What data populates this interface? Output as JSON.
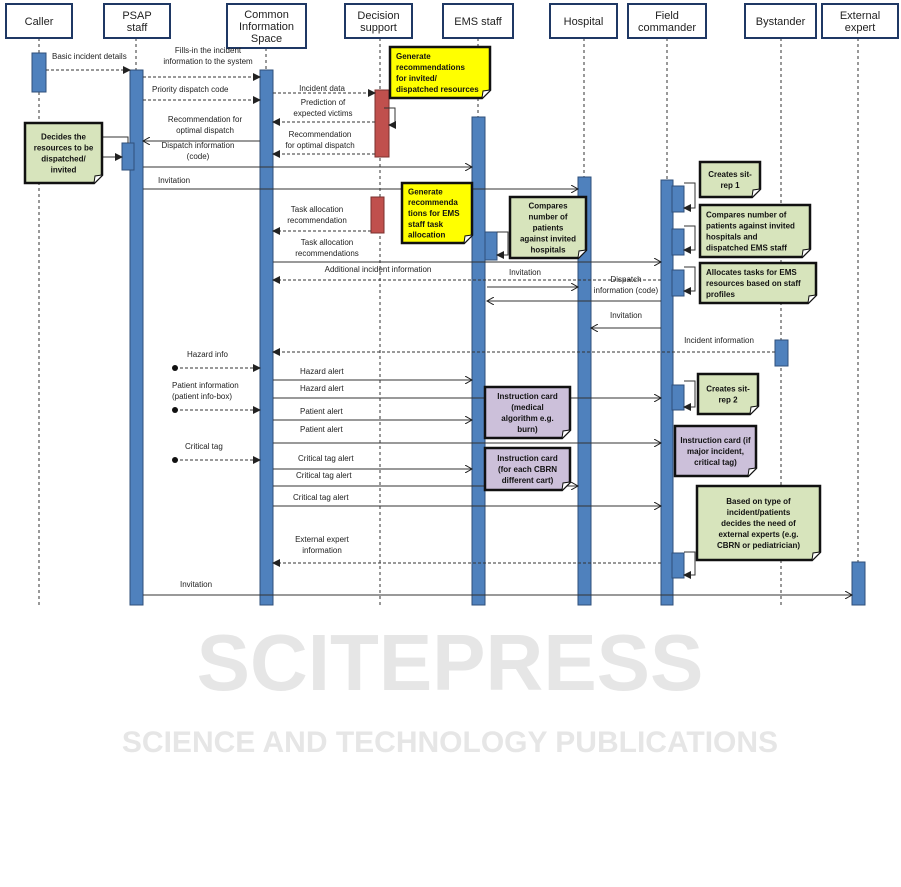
{
  "actors": [
    "Caller",
    "PSAP|staff",
    "Common|Information|Space",
    "Decision|support",
    "EMS staff",
    "Hospital",
    "Field|commander",
    "Bystander",
    "External|expert"
  ],
  "actor_lines": [
    [
      "Caller"
    ],
    [
      "PSAP",
      "staff"
    ],
    [
      "Common",
      "Information",
      "Space"
    ],
    [
      "Decision",
      "support"
    ],
    [
      "EMS staff"
    ],
    [
      "Hospital"
    ],
    [
      "Field",
      "commander"
    ],
    [
      "Bystander"
    ],
    [
      "External",
      "expert"
    ]
  ],
  "messages": [
    [
      "Basic incident details"
    ],
    [
      "Fills-in the incident",
      "information to the system"
    ],
    [
      "Priority dispatch code"
    ],
    [
      "Incident data"
    ],
    [
      "Prediction of",
      "expected victims"
    ],
    [
      "Recommendation for",
      "optimal dispatch"
    ],
    [
      "Recommendation",
      "for optimal dispatch"
    ],
    [
      "Dispatch information",
      "(code)"
    ],
    [
      "Invitation"
    ],
    [
      "Task allocation",
      "recommendation"
    ],
    [
      "Task allocation",
      "recommendations"
    ],
    [
      "Additional incident information"
    ],
    [
      "Invitation"
    ],
    [
      "Dispatch",
      "information (code)"
    ],
    [
      "Invitation"
    ],
    [
      "Incident information"
    ],
    [
      "Hazard info"
    ],
    [
      "Hazard alert"
    ],
    [
      "Hazard alert"
    ],
    [
      "Patient information",
      "(patient info-box)"
    ],
    [
      "Patient alert"
    ],
    [
      "Patient alert"
    ],
    [
      "Critical tag"
    ],
    [
      "Critical tag alert"
    ],
    [
      "Critical tag alert"
    ],
    [
      "Critical tag alert"
    ],
    [
      "External expert",
      "information"
    ],
    [
      "Invitation"
    ]
  ],
  "notes": [
    {
      "type": "yellow",
      "lines": [
        "Generate",
        "recommendations",
        "for invited/",
        "dispatched resources"
      ]
    },
    {
      "type": "green",
      "lines": [
        "Decides the",
        "resources to be",
        "dispatched/",
        "invited"
      ]
    },
    {
      "type": "yellow",
      "lines": [
        "Generate",
        "recommenda",
        "tions for EMS",
        "staff task",
        "allocation"
      ]
    },
    {
      "type": "green",
      "lines": [
        "Compares",
        "number of",
        "patients",
        "against invited",
        "hospitals"
      ]
    },
    {
      "type": "green",
      "lines": [
        "Creates sit-",
        "rep 1"
      ]
    },
    {
      "type": "green",
      "lines": [
        "Compares number of",
        "patients against invited",
        "hospitals and",
        "dispatched EMS staff"
      ]
    },
    {
      "type": "green",
      "lines": [
        "Allocates tasks for EMS",
        "resources based on staff",
        "profiles"
      ]
    },
    {
      "type": "green",
      "lines": [
        "Creates sit-",
        "rep 2"
      ]
    },
    {
      "type": "purple",
      "lines": [
        "Instruction card",
        "(medical",
        "algorithm e.g.",
        "burn)"
      ]
    },
    {
      "type": "purple",
      "lines": [
        "Instruction card (if",
        "major incident,",
        "critical tag)"
      ]
    },
    {
      "type": "purple",
      "lines": [
        "Instruction card",
        "(for each CBRN",
        "different cart)"
      ]
    },
    {
      "type": "green",
      "lines": [
        "Based on  type of",
        "incident/patients",
        "decides the need of",
        "external experts (e.g.",
        "CBRN or pediatrician)"
      ]
    }
  ],
  "colors": {
    "lifeline_bar": "#4f81bd",
    "decision_bar": "#c0504d",
    "yellow": "#ffff00",
    "green": "#d7e4bc",
    "purple": "#ccc0da"
  },
  "watermark": {
    "title": "SCITEPRESS",
    "subtitle": "SCIENCE AND TECHNOLOGY PUBLICATIONS"
  }
}
